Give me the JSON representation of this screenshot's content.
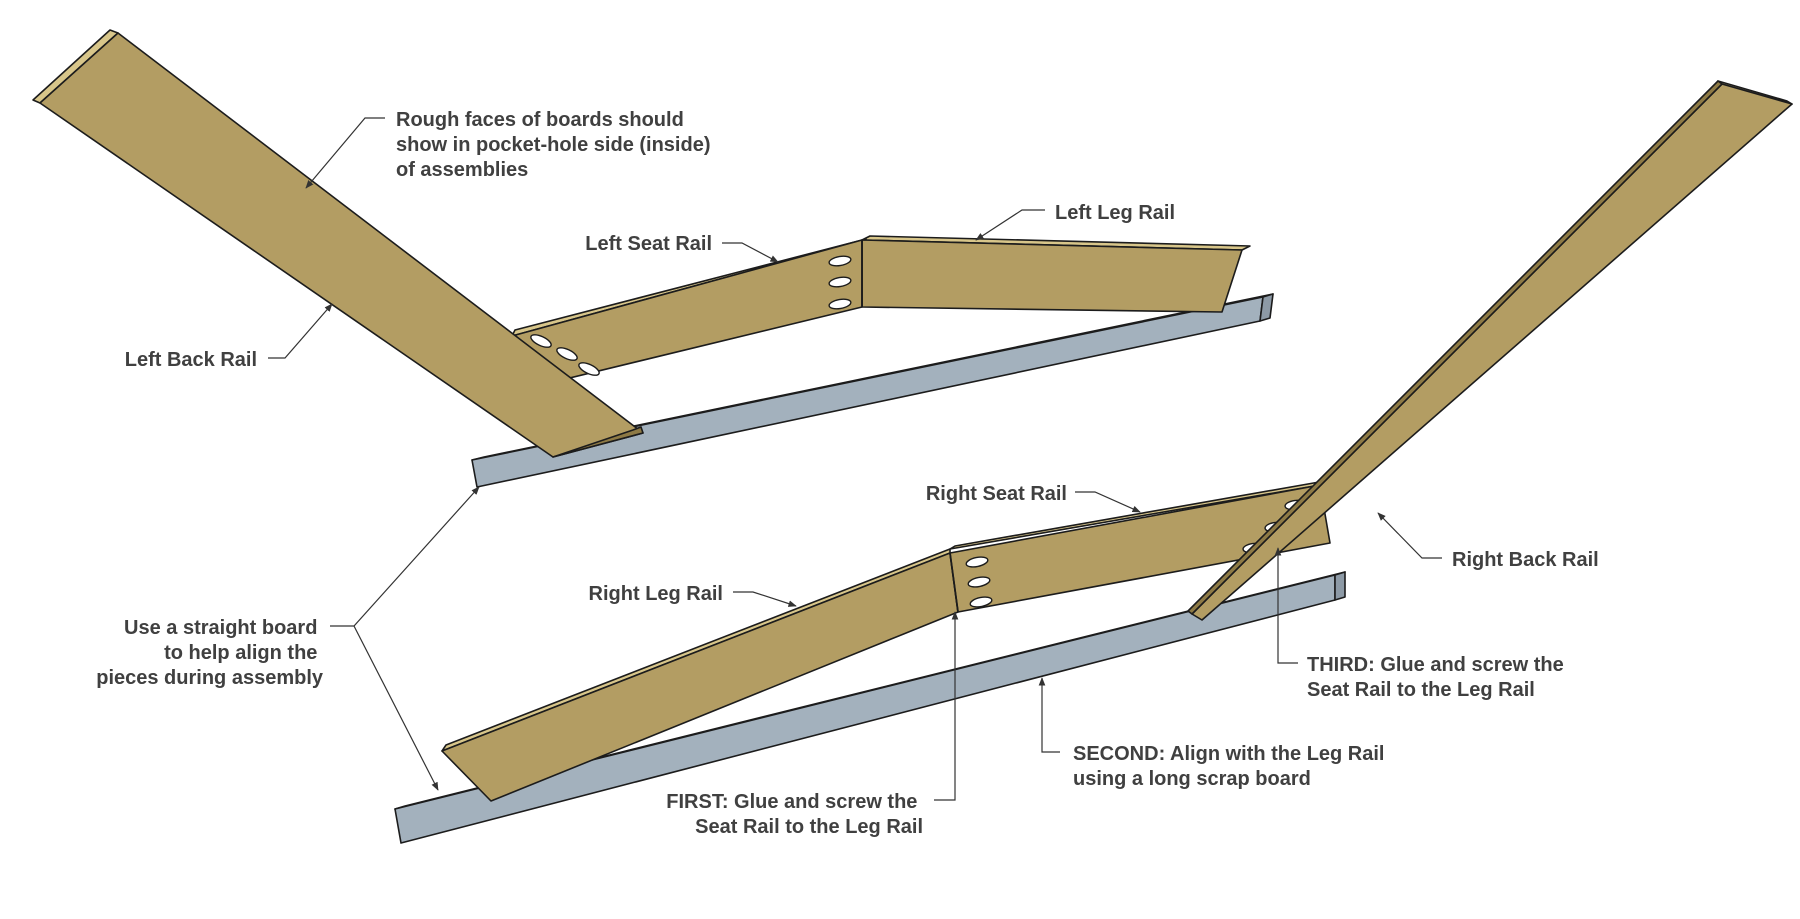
{
  "colors": {
    "wood_face": "#B39D63",
    "wood_top": "#D8C68A",
    "wood_edge": "#8E7A45",
    "scrap_face": "#A3B1BD",
    "scrap_top": "#C8D2DB",
    "scrap_end": "#8D9AA6",
    "outline": "#1C1C1C",
    "label_text": "#404040",
    "leader_line": "#333333"
  },
  "labels": {
    "rough_faces": [
      "Rough faces of boards should",
      "show in pocket-hole side (inside)",
      "of assemblies"
    ],
    "left_leg_rail": "Left Leg Rail",
    "left_seat_rail": "Left Seat Rail",
    "left_back_rail": "Left Back Rail",
    "right_seat_rail": "Right Seat Rail",
    "right_back_rail": "Right Back Rail",
    "right_leg_rail": "Right Leg Rail",
    "straight_board": [
      "Use a straight board",
      "to help align the",
      "pieces during assembly"
    ],
    "third_step": [
      "THIRD: Glue and screw the",
      "Seat Rail to the Leg Rail"
    ],
    "second_step": [
      "SECOND: Align with the Leg Rail",
      "using a long scrap board"
    ],
    "first_step": [
      "FIRST: Glue and screw the",
      "Seat Rail to the Leg Rail"
    ]
  }
}
